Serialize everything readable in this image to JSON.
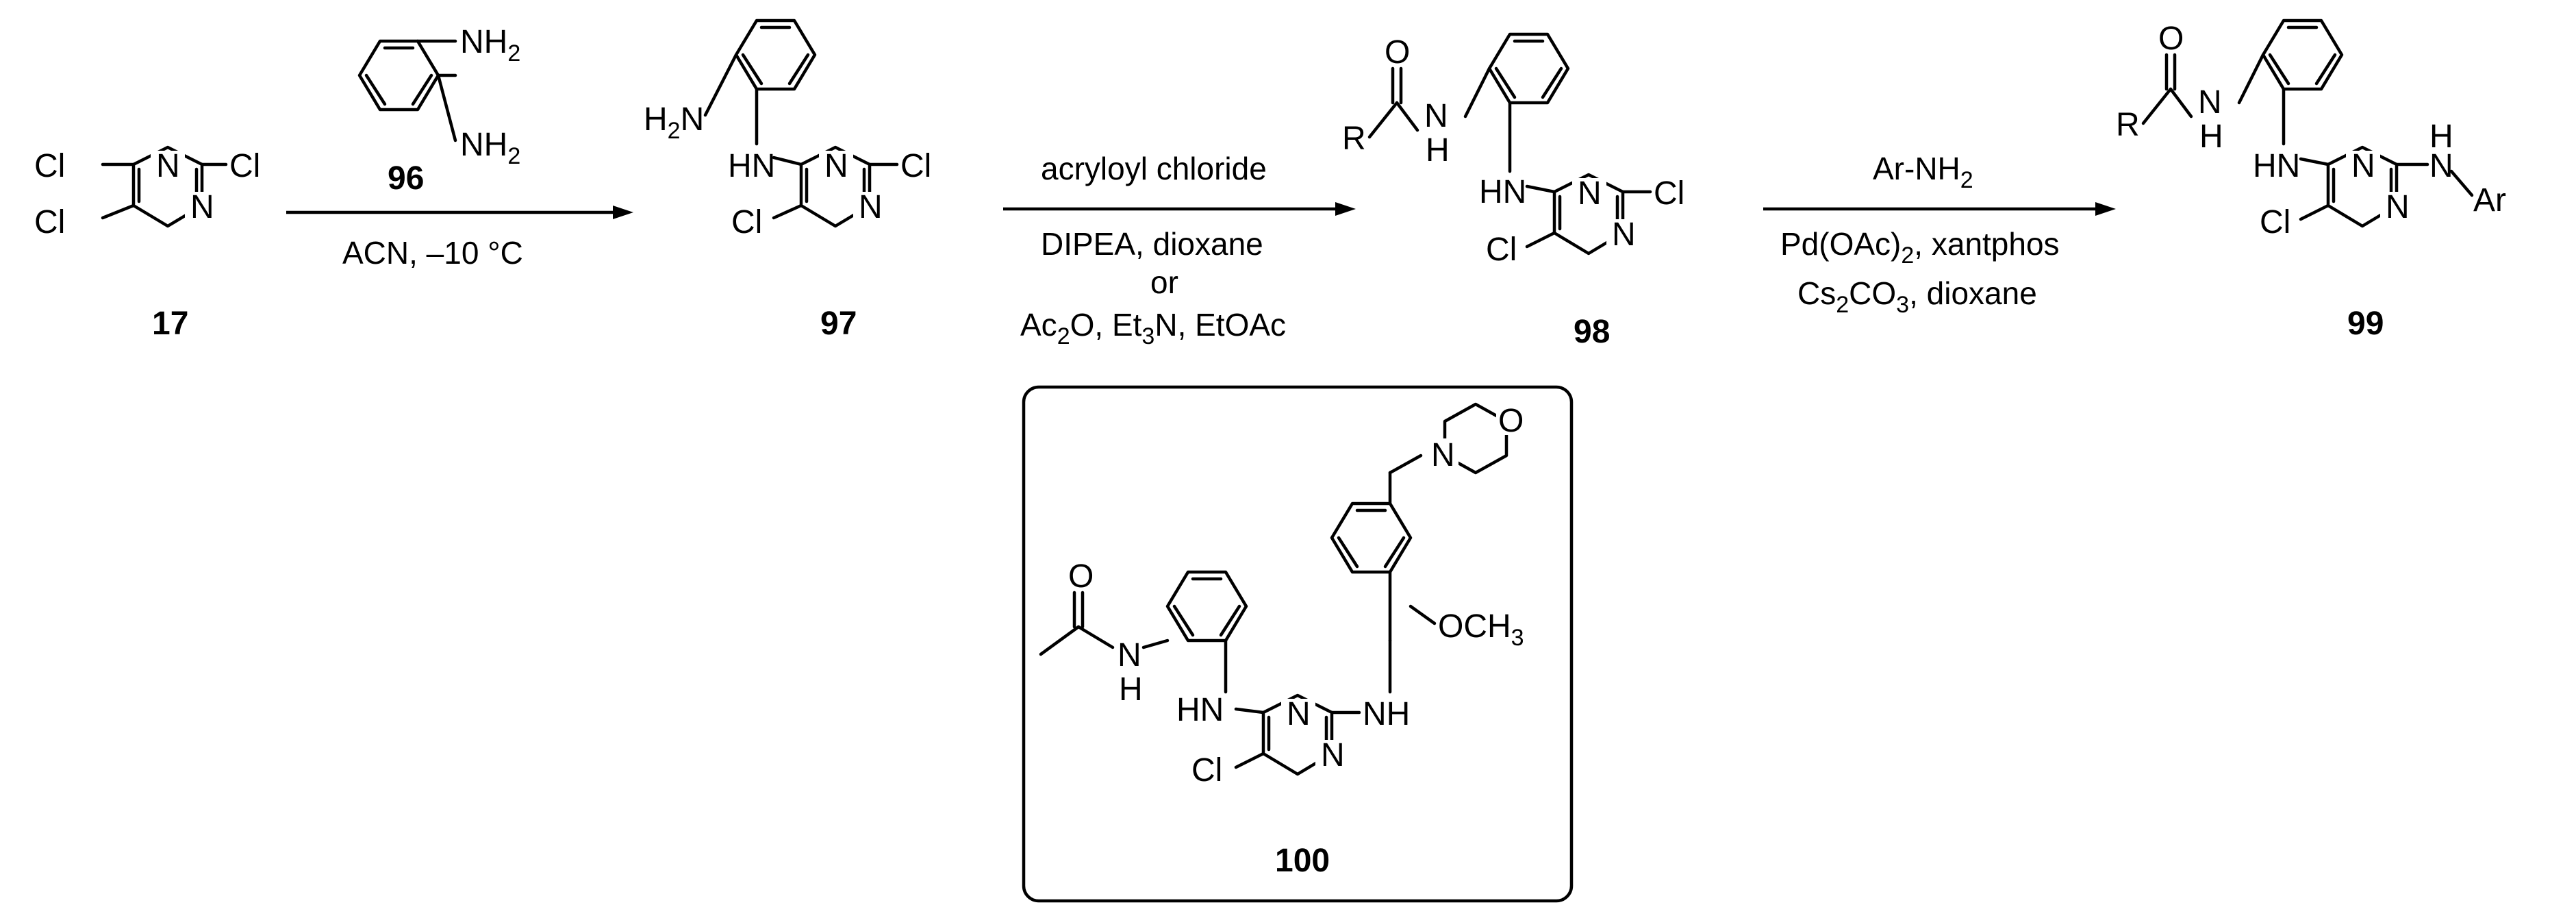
{
  "compounds": {
    "c17": {
      "number": "17"
    },
    "c96": {
      "number": "96"
    },
    "c97": {
      "number": "97"
    },
    "c98": {
      "number": "98"
    },
    "c99": {
      "number": "99"
    },
    "c100": {
      "number": "100"
    }
  },
  "atoms": {
    "Cl": "Cl",
    "N": "N",
    "HN": "HN",
    "NH": "NH",
    "H": "H",
    "R": "R",
    "O": "O",
    "Ar": "Ar",
    "OCH": "OCH",
    "sub3": "3",
    "H2N_H": "H",
    "H2N_N": "N",
    "NH2_main": "NH",
    "sub2": "2"
  },
  "conditions": {
    "step1": {
      "line1": "ACN, –10 °C"
    },
    "step2": {
      "line1": "acryloyl chloride",
      "line2": "DIPEA, dioxane",
      "line3": "or",
      "line4_ac2o": "Ac",
      "line4_mid": "O, Et",
      "line4_end": "N, EtOAc"
    },
    "step3": {
      "line1_main": "Ar-NH",
      "line2_main": "Pd(OAc)",
      "line2_end": ", xantphos",
      "line3_cs": "Cs",
      "line3_co": "CO",
      "line3_end": ", dioxane"
    }
  }
}
